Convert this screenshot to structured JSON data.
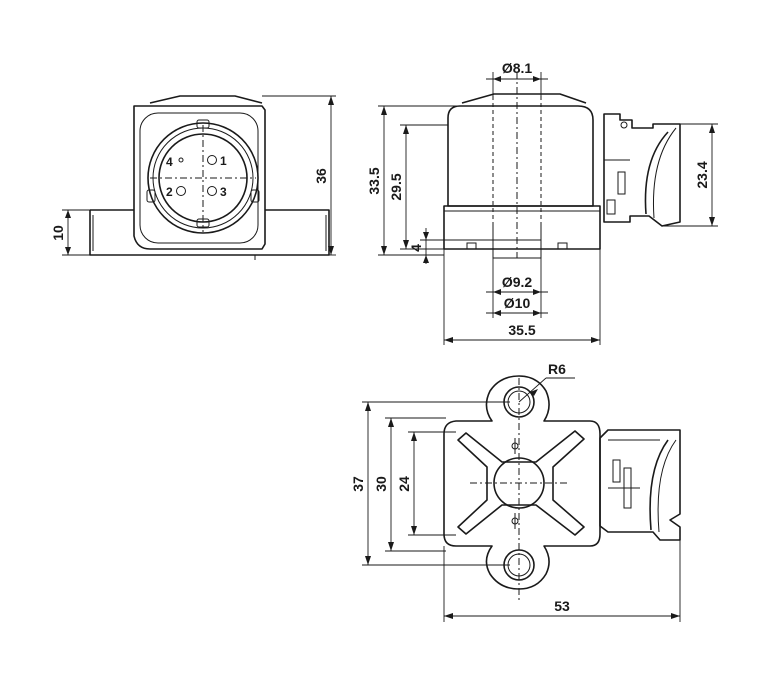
{
  "dimensions": {
    "front_height": "36",
    "front_base": "10",
    "side_total": "33.5",
    "side_body": "29.5",
    "side_step": "4",
    "stem_diameter": "Ø8.1",
    "bore_diameter": "Ø9.2",
    "outer_diameter": "Ø10",
    "side_width": "35.5",
    "connector_height": "23.4",
    "radius": "R6",
    "plan_total": "37",
    "plan_mid": "30",
    "plan_inner": "24",
    "plan_width": "53"
  },
  "pins": [
    "1",
    "2",
    "3",
    "4"
  ]
}
